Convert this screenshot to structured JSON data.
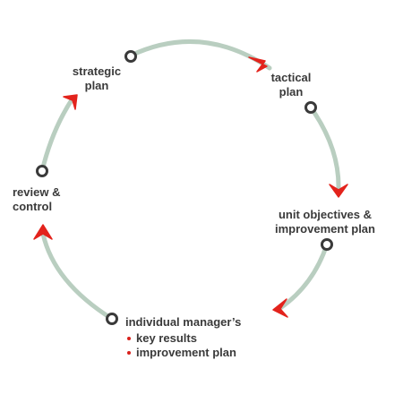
{
  "colors": {
    "ring": "#b9cec0",
    "arrow": "#e3231c",
    "node_stroke": "#3a3a3a",
    "text": "#3a3a3a",
    "bullet": "#d9211c"
  },
  "stages": {
    "strategic": {
      "lines": [
        "strategic",
        "plan"
      ]
    },
    "tactical": {
      "lines": [
        "tactical",
        "plan"
      ]
    },
    "unit": {
      "lines": [
        "unit objectives &",
        "improvement plan"
      ]
    },
    "individual": {
      "heading": "individual manager’s",
      "bullets": [
        "key results",
        "improvement plan"
      ]
    },
    "review": {
      "lines": [
        "review &",
        "control"
      ]
    }
  }
}
